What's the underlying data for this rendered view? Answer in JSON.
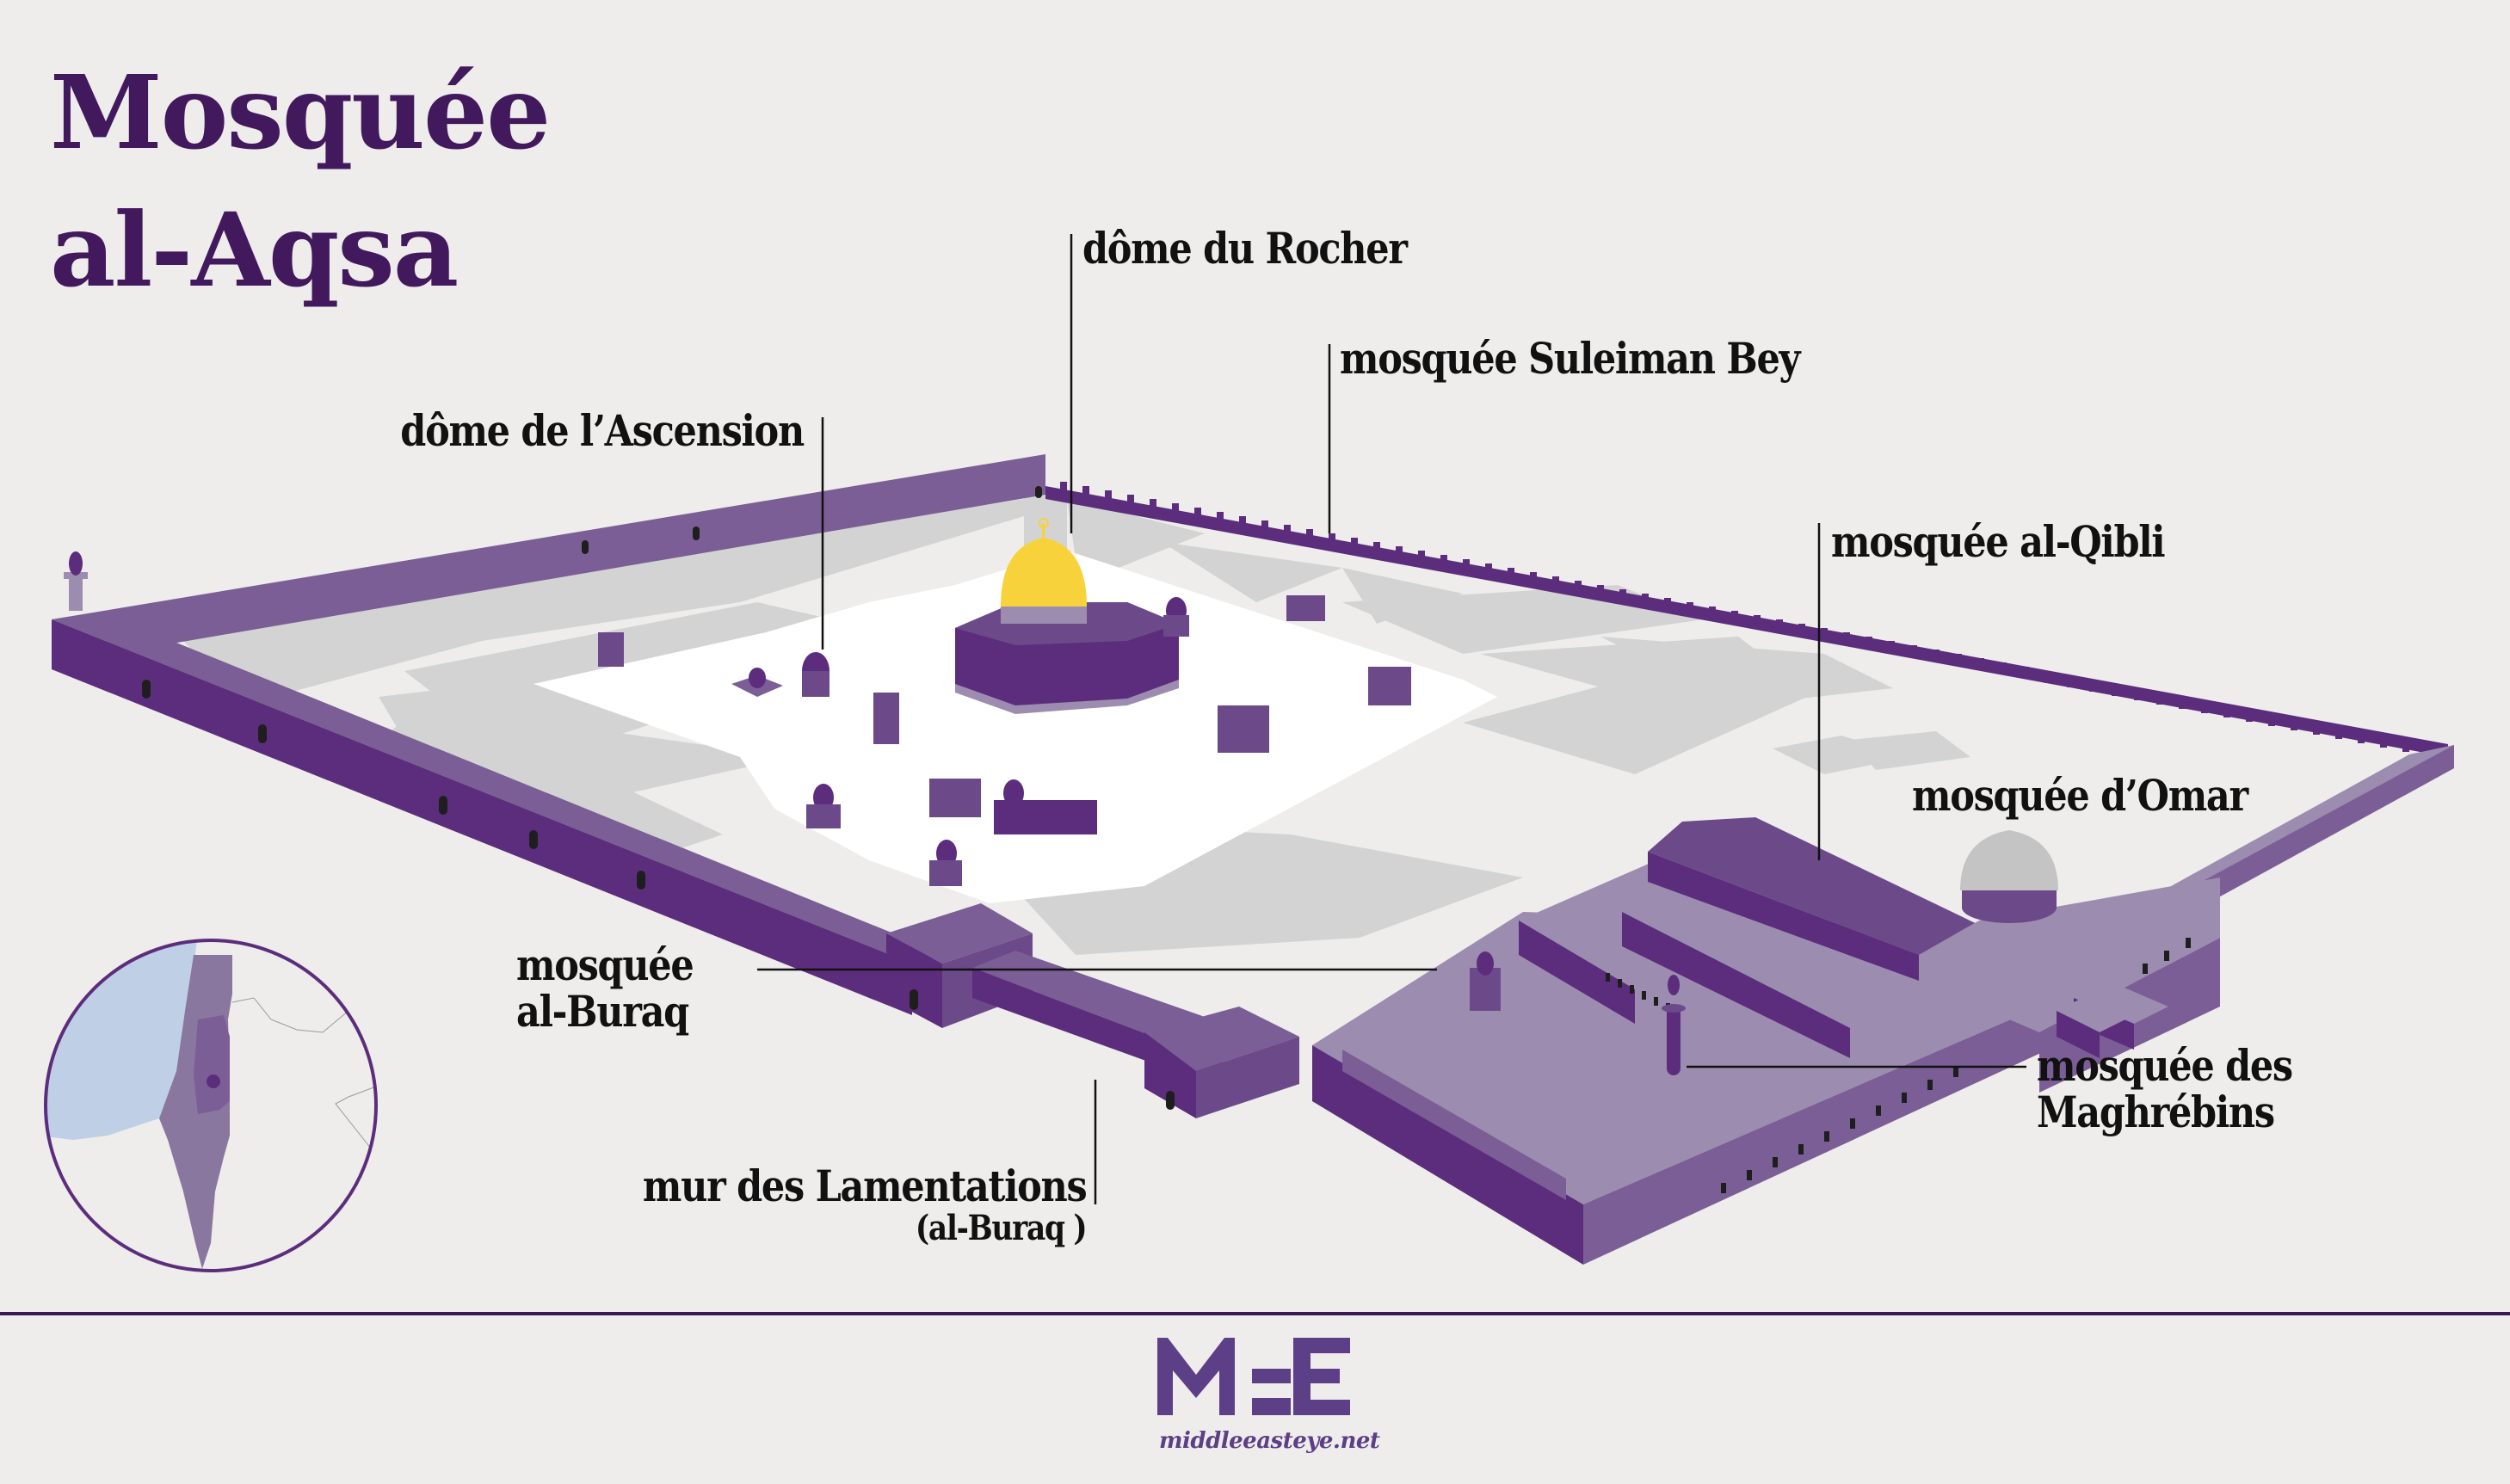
{
  "title": {
    "line1": "Mosquée",
    "line2": "al-Aqsa"
  },
  "labels": {
    "dome_rock": "dôme du Rocher",
    "suleiman_bey": "mosquée Suleiman Bey",
    "ascension": "dôme de l’Ascension",
    "al_qibli": "mosquée al-Qibli",
    "omar": "mosquée d’Omar",
    "al_buraq_line1": "mosquée",
    "al_buraq_line2": "al-Buraq",
    "wailing_wall": "mur des Lamentations",
    "wailing_wall_sub": "(al-Buraq )",
    "maghrebins_line1": "mosquée des",
    "maghrebins_line2": "Maghrébins"
  },
  "footer": {
    "logo_text": "MEE",
    "url": "middleeasteye.net"
  },
  "colors": {
    "background": "#eeedeb",
    "title": "#43195e",
    "wall_dark": "#5c2d7c",
    "wall_mid": "#7b5e95",
    "wall_light": "#9c8db0",
    "building": "#6c4a8a",
    "dome_gold": "#f7d23a",
    "dome_gray": "#c4c4c4",
    "plaza_white": "#ffffff",
    "plaza_gray": "#d3d3d3",
    "sea": "#bfcfe6",
    "map_land": "#8a77a0",
    "separator": "#3a1a55",
    "logo": "#5d3f87"
  }
}
